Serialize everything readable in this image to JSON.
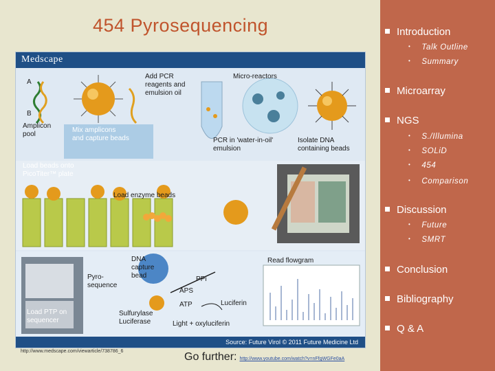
{
  "slide": {
    "title": "454 Pyrosequencing",
    "figure": {
      "logo": "Medscape",
      "labels": {
        "a": "A",
        "b": "B",
        "amplicon": "Amplicon",
        "pool": "pool",
        "add_pcr": "Add PCR",
        "reagents_and": "reagents and",
        "emulsion_oil": "emulsion oil",
        "micro_reactors": "Micro-reactors",
        "mix_amplicons": "Mix amplicons",
        "and_capture_beads": "and capture beads",
        "pcr_in_water": "PCR in 'water-in-oil'",
        "emulsion": "emulsion",
        "isolate_dna": "Isolate DNA",
        "containing_beads": "containing beads",
        "load_beads_onto": "Load beads onto",
        "picotiter_plate": "PicoTiter™ plate",
        "load_enzyme_beads": "Load enzyme beads",
        "dna_capture_bead_1": "DNA",
        "dna_capture_bead_2": "capture",
        "dna_capture_bead_3": "bead",
        "pyro_sequence_1": "Pyro-",
        "pyro_sequence_2": "sequence",
        "read_flowgram": "Read flowgram",
        "pp_i": "PPi",
        "aps": "APS",
        "atp": "ATP",
        "luciferin": "Luciferin",
        "sulfurylase": "Sulfurylase",
        "luciferase": "Luciferase",
        "light_oxyluciferin": "Light + oxyluciferin",
        "load_ptp_1": "Load PTP on",
        "load_ptp_2": "sequencer"
      },
      "source": "Source: Future Virol © 2011 Future Medicine Ltd"
    },
    "url": "http://www.medscape.com/viewarticle/738786_6",
    "go_further": {
      "label": "Go further:",
      "link": "http://www.youtube.com/watch?v=nFfgWGFe0aA"
    }
  },
  "menu": {
    "sections": [
      {
        "label": "Introduction",
        "items": [
          "Talk Outline",
          "Summary"
        ]
      },
      {
        "label": "Microarray",
        "items": []
      },
      {
        "label": "NGS",
        "items": [
          "S./Illumina",
          "SOLiD",
          "454",
          "Comparison"
        ]
      },
      {
        "label": "Discussion",
        "items": [
          "Future",
          "SMRT"
        ]
      },
      {
        "label": "Conclusion",
        "items": []
      },
      {
        "label": "Bibliography",
        "items": []
      },
      {
        "label": "Q & A",
        "items": []
      }
    ]
  },
  "colors": {
    "sidebar": "#c0674b",
    "background": "#e8e6cf",
    "title": "#c0542c",
    "figure_header": "#1f4f86"
  }
}
